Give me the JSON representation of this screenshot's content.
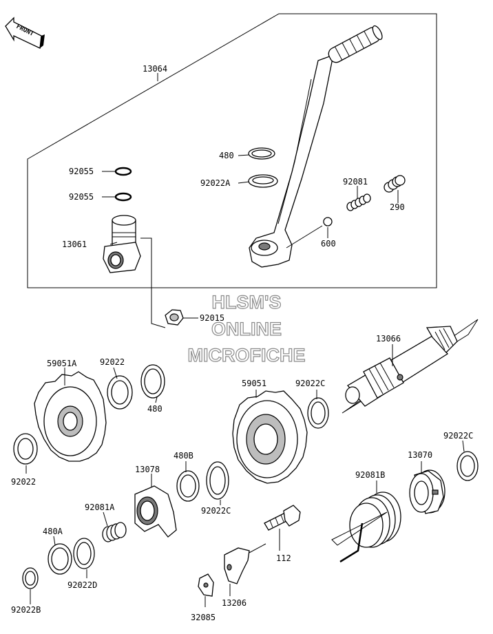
{
  "front_badge": "FRONT",
  "watermark": {
    "line1": "HLSM'S",
    "line2": "ONLINE",
    "line3": "MICROFICHE"
  },
  "labels": {
    "p13064": "13064",
    "p480_top": "480",
    "p92022A": "92022A",
    "p92081": "92081",
    "p290": "290",
    "p600": "600",
    "p92055_a": "92055",
    "p92055_b": "92055",
    "p13061": "13061",
    "p92015": "92015",
    "p13066": "13066",
    "p59051A": "59051A",
    "p92022_top": "92022",
    "p480_mid": "480",
    "p92022_left": "92022",
    "p59051": "59051",
    "p92022C_a": "92022C",
    "p92022C_b": "92022C",
    "p13070": "13070",
    "p480B": "480B",
    "p13078": "13078",
    "p92022C_c": "92022C",
    "p92081B": "92081B",
    "p92081A": "92081A",
    "p480A": "480A",
    "p92022D": "92022D",
    "p112": "112",
    "p92022B": "92022B",
    "p13206": "13206",
    "p32085": "32085"
  }
}
